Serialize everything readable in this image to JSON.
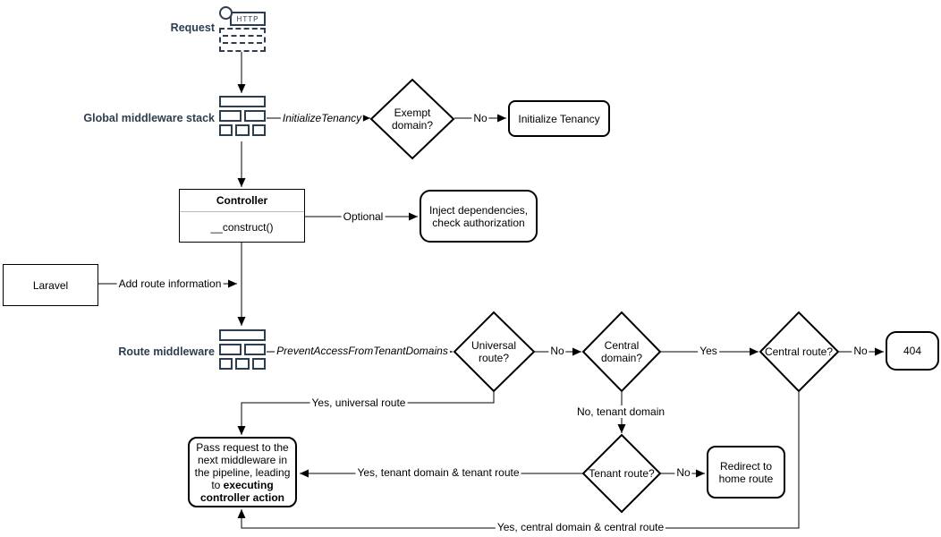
{
  "colors": {
    "navy": "#2c3e50",
    "edge": "#000000",
    "node_border": "#000000",
    "divider": "#b9b9b9",
    "background": "#ffffff"
  },
  "nodes": {
    "request": {
      "label": "Request",
      "http": "HTTP"
    },
    "global_middleware": {
      "label": "Global middleware stack"
    },
    "exempt_domain": {
      "label": "Exempt domain?"
    },
    "initialize_tenancy": {
      "label": "Initialize Tenancy"
    },
    "controller": {
      "title": "Controller",
      "method": "__construct()"
    },
    "inject_dependencies": {
      "label": "Inject dependencies, check authorization"
    },
    "laravel": {
      "label": "Laravel"
    },
    "route_middleware": {
      "label": "Route middleware"
    },
    "universal_route": {
      "label": "Universal route?"
    },
    "central_domain": {
      "label": "Central domain?"
    },
    "central_route": {
      "label": "Central route?"
    },
    "not_found": {
      "label": "404"
    },
    "tenant_route": {
      "label": "Tenant route?"
    },
    "redirect_home": {
      "label": "Redirect to home route"
    },
    "pass_request": {
      "text": "Pass request to the next middleware in the pipeline, leading to ",
      "bold": "executing controller action"
    }
  },
  "edge_labels": {
    "initialize_tenancy_middleware": "InitializeTenancy",
    "exempt_no": "No",
    "optional": "Optional",
    "add_route_information": "Add route information",
    "prevent_access_middleware": "PreventAccessFromTenantDomains",
    "universal_no": "No",
    "central_domain_yes": "Yes",
    "central_route_no": "No",
    "tenant_no": "No",
    "universal_yes": "Yes, universal route",
    "central_domain_no": "No, tenant domain",
    "tenant_yes": "Yes, tenant domain & tenant route",
    "central_route_yes": "Yes, central domain & central route"
  }
}
